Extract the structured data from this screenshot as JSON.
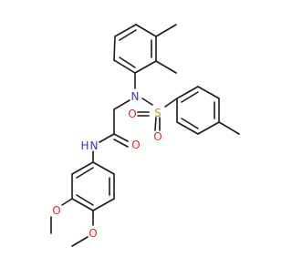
{
  "molecule": {
    "atom_labels": {
      "n_sulfonamide": "N",
      "s": "S",
      "o_sulfonyl_left": "O",
      "o_sulfonyl_right": "O",
      "o_carbonyl": "O",
      "nh": "N",
      "h": "H",
      "o_methoxy_1": "O",
      "o_methoxy_2": "O"
    },
    "colors": {
      "bond": "#1a1a1a",
      "nitrogen": "#3333dd",
      "oxygen": "#dd2a2a",
      "sulfur": "#b5a300"
    }
  }
}
